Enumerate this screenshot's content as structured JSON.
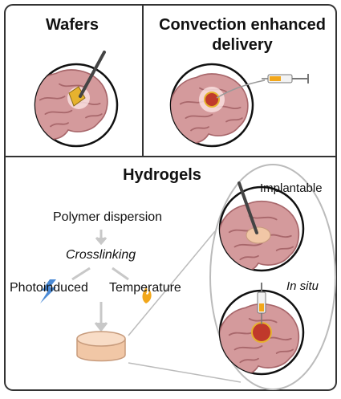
{
  "panels": {
    "wafers": {
      "title": "Wafers"
    },
    "ced": {
      "title_line1": "Convection enhanced",
      "title_line2": "delivery"
    },
    "hydrogels": {
      "title": "Hydrogels",
      "steps": {
        "polymer": "Polymer dispersion",
        "crosslinking": "Crosslinking",
        "photoinduced": "Photoinduced",
        "temperature": "Temperature"
      },
      "zoom": {
        "implantable": "Implantable",
        "in_situ": "In situ"
      }
    }
  },
  "colors": {
    "brain": "#d49a9c",
    "brain_fold": "#a8676b",
    "tumor": "#c0392b",
    "wafer": "#e6b22e",
    "hydrogel_disk": "#f1c7a6",
    "frame": "#333333",
    "arrow": "#c8c8c8",
    "lightning": "#4a8ad6",
    "flame": "#f2a71b"
  },
  "icons": [
    "brain-icon",
    "syringe-icon",
    "forceps-icon",
    "lightning-icon",
    "flame-icon",
    "hydrogel-disk-icon"
  ]
}
